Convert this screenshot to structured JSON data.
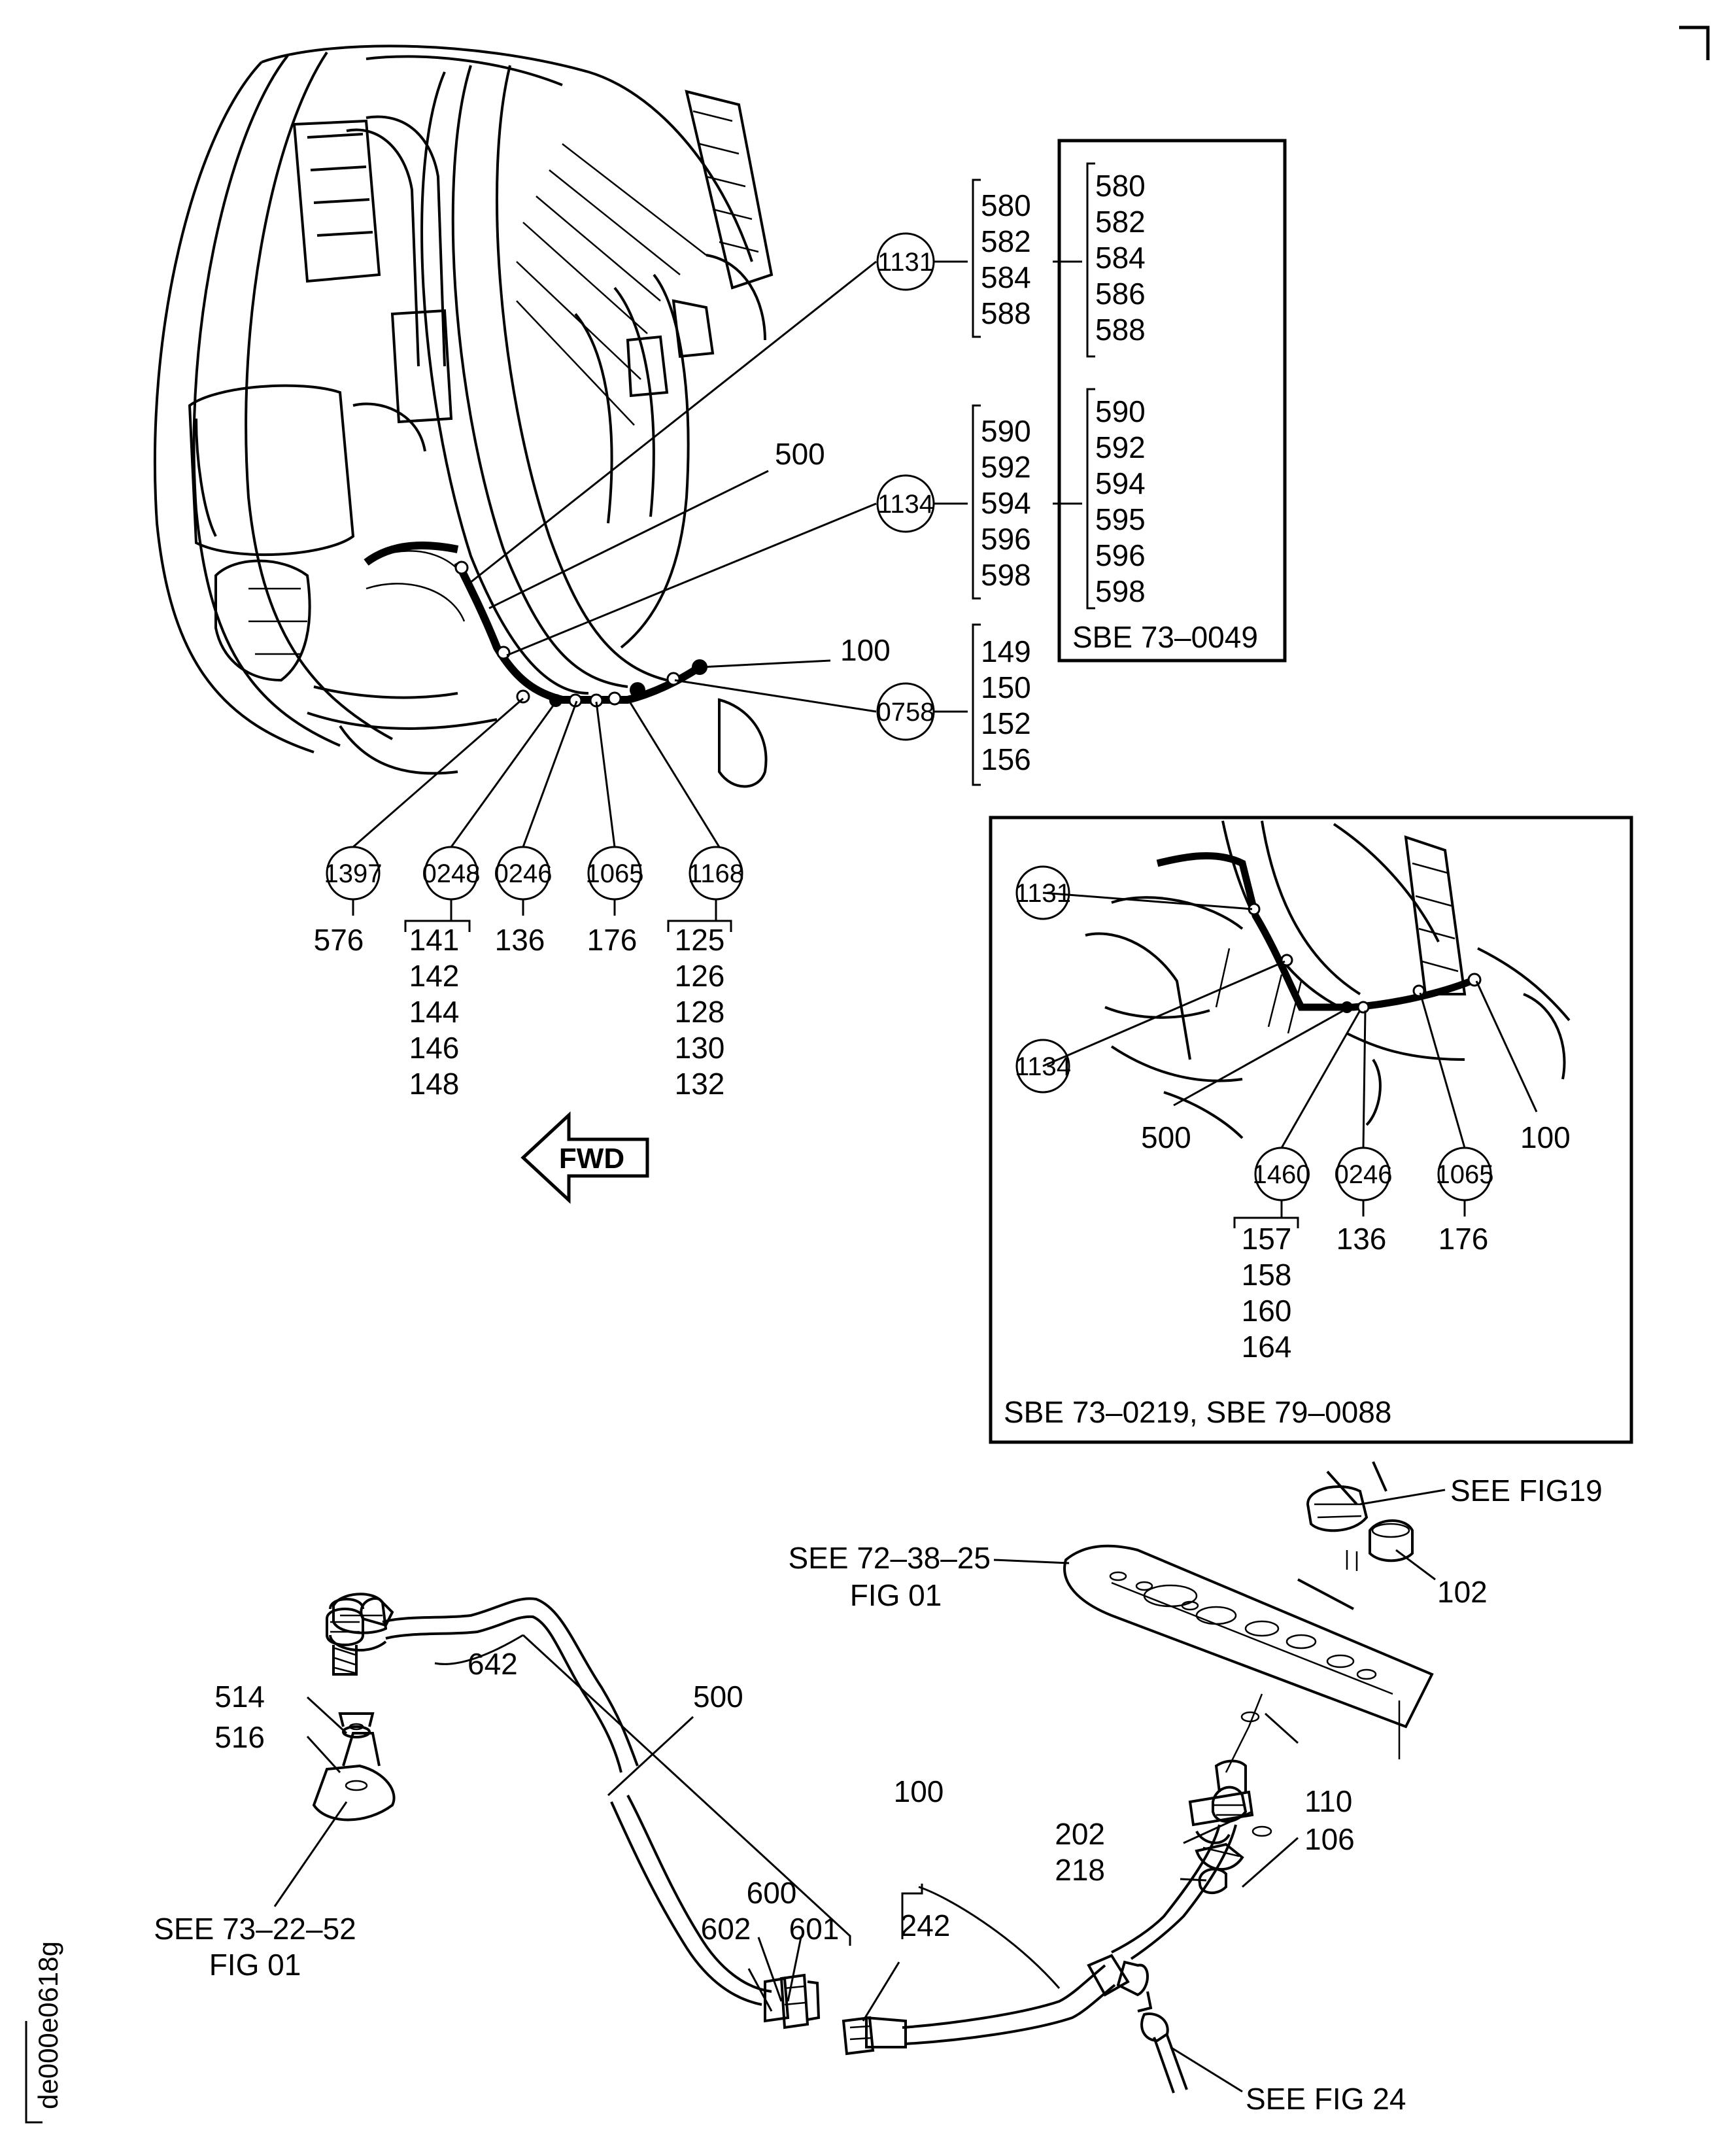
{
  "drawing_code": "de000e0618g",
  "fwd_label": "FWD",
  "main_callouts": {
    "c1131": {
      "code": "1131",
      "list_a": [
        "580",
        "582",
        "584",
        "588"
      ],
      "list_b": [
        "580",
        "582",
        "584",
        "586",
        "588"
      ]
    },
    "c1134": {
      "code": "1134",
      "list_a": [
        "590",
        "592",
        "594",
        "596",
        "598"
      ],
      "list_b": [
        "590",
        "592",
        "594",
        "595",
        "596",
        "598"
      ]
    },
    "sbe_top": "SBE 73–0049",
    "c0758": {
      "code": "0758",
      "list": [
        "149",
        "150",
        "152",
        "156"
      ]
    },
    "label_500": "500",
    "label_100": "100",
    "c1397": {
      "code": "1397",
      "list": [
        "576"
      ]
    },
    "c0248": {
      "code": "0248",
      "list": [
        "141",
        "142",
        "144",
        "146",
        "148"
      ]
    },
    "c0246": {
      "code": "0246",
      "list": [
        "136"
      ]
    },
    "c1065": {
      "code": "1065",
      "list": [
        "176"
      ]
    },
    "c1168": {
      "code": "1168",
      "list": [
        "125",
        "126",
        "128",
        "130",
        "132"
      ]
    }
  },
  "inset": {
    "c1131": "1131",
    "c1134": "1134",
    "label_500": "500",
    "label_100": "100",
    "c1460": {
      "code": "1460",
      "list": [
        "157",
        "158",
        "160",
        "164"
      ]
    },
    "c0246": {
      "code": "0246",
      "list": [
        "136"
      ]
    },
    "c1065": {
      "code": "1065",
      "list": [
        "176"
      ]
    },
    "sbe": "SBE 73–0219, SBE 79–0088"
  },
  "detail": {
    "see_fig19": "SEE FIG19",
    "p102": "102",
    "see_72_38_25": "SEE 72–38–25",
    "fig01_a": "FIG 01",
    "p642": "642",
    "p500": "500",
    "p514": "514",
    "p516": "516",
    "see_73_22_52": "SEE 73–22–52",
    "fig01_b": "FIG 01",
    "p600": "600",
    "p602": "602",
    "p601": "601",
    "p100": "100",
    "p202": "202",
    "p218": "218",
    "p242": "242",
    "p110": "110",
    "p106": "106",
    "see_fig24": "SEE FIG 24"
  }
}
